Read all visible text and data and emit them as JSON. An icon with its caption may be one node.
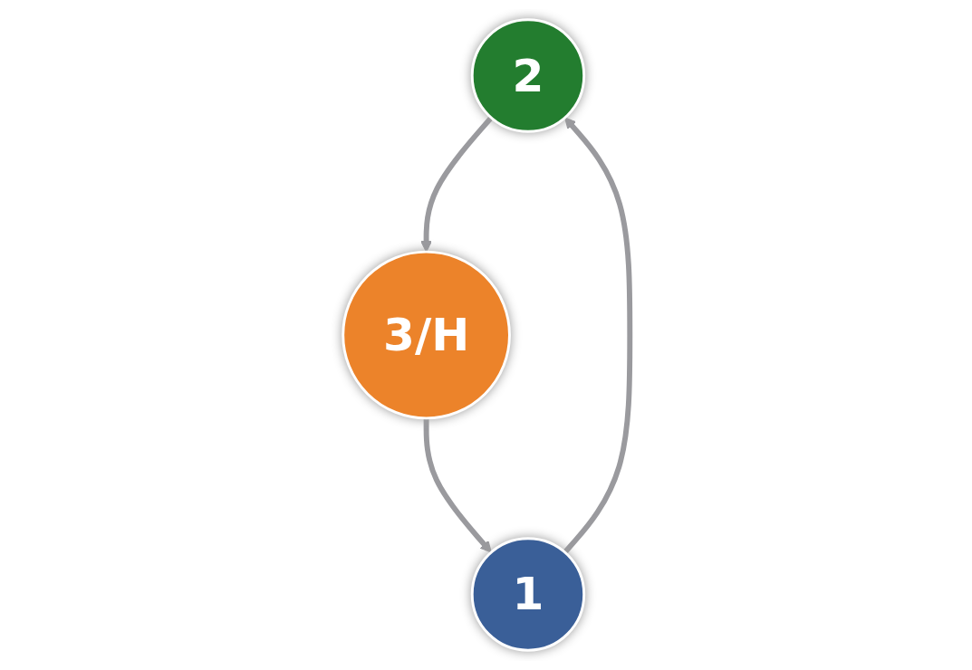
{
  "diagram": {
    "nodes": [
      {
        "text": [
          "2"
        ]
      },
      {
        "text": [
          "1"
        ]
      },
      {
        "text": [
          "3/H"
        ]
      }
    ],
    "edges": [
      {
        "from": 1,
        "to": 0,
        "arrow": "to"
      },
      {
        "from": 0,
        "to": 2,
        "arrow": "to"
      },
      {
        "from": 2,
        "to": 1,
        "arrow": "to"
      }
    ]
  }
}
